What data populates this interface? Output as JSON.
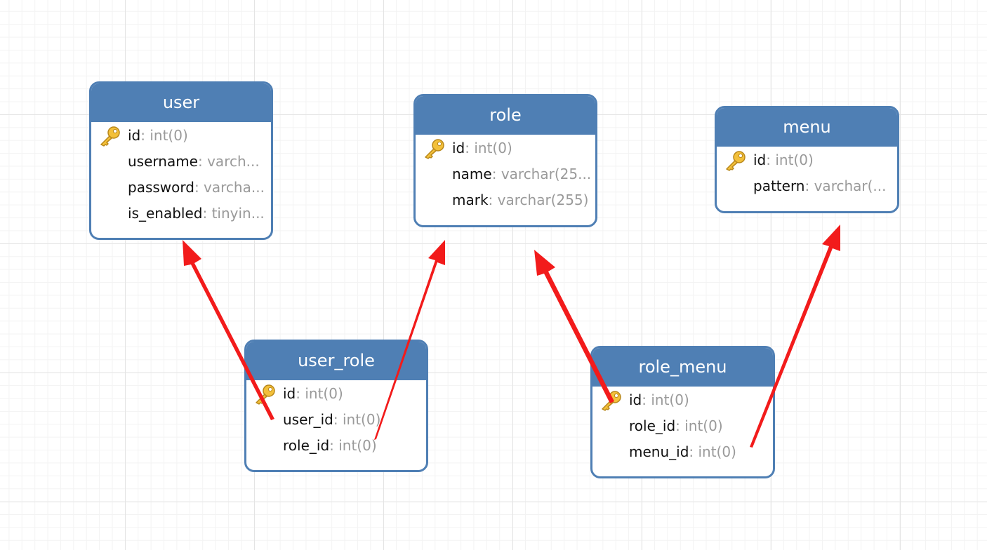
{
  "colors": {
    "header": "#4f7fb4",
    "border": "#4f7fb4",
    "arrow": "#f21b1b",
    "type_text": "#9a9a9a"
  },
  "tables": {
    "user": {
      "name": "user",
      "fields": [
        {
          "name": "id",
          "type": ": int(0)",
          "key": true
        },
        {
          "name": "username",
          "type": ": varch..."
        },
        {
          "name": "password",
          "type": ": varcha..."
        },
        {
          "name": "is_enabled",
          "type": ": tinyin..."
        }
      ]
    },
    "role": {
      "name": "role",
      "fields": [
        {
          "name": "id",
          "type": ": int(0)",
          "key": true
        },
        {
          "name": "name",
          "type": ": varchar(25..."
        },
        {
          "name": "mark",
          "type": ": varchar(255)"
        }
      ]
    },
    "menu": {
      "name": "menu",
      "fields": [
        {
          "name": "id",
          "type": ": int(0)",
          "key": true
        },
        {
          "name": "pattern",
          "type": ": varchar(..."
        }
      ]
    },
    "user_role": {
      "name": "user_role",
      "fields": [
        {
          "name": "id",
          "type": ": int(0)",
          "key": true
        },
        {
          "name": "user_id",
          "type": ": int(0)"
        },
        {
          "name": "role_id",
          "type": ": int(0)"
        }
      ]
    },
    "role_menu": {
      "name": "role_menu",
      "fields": [
        {
          "name": "id",
          "type": ": int(0)",
          "key": true
        },
        {
          "name": "role_id",
          "type": ": int(0)"
        },
        {
          "name": "menu_id",
          "type": ": int(0)"
        }
      ]
    }
  },
  "relations": [
    {
      "from": "user_role.user_id",
      "to": "user.id"
    },
    {
      "from": "user_role.role_id",
      "to": "role.id"
    },
    {
      "from": "role_menu.id",
      "to": "role.id"
    },
    {
      "from": "role_menu.menu_id",
      "to": "menu.id"
    }
  ]
}
